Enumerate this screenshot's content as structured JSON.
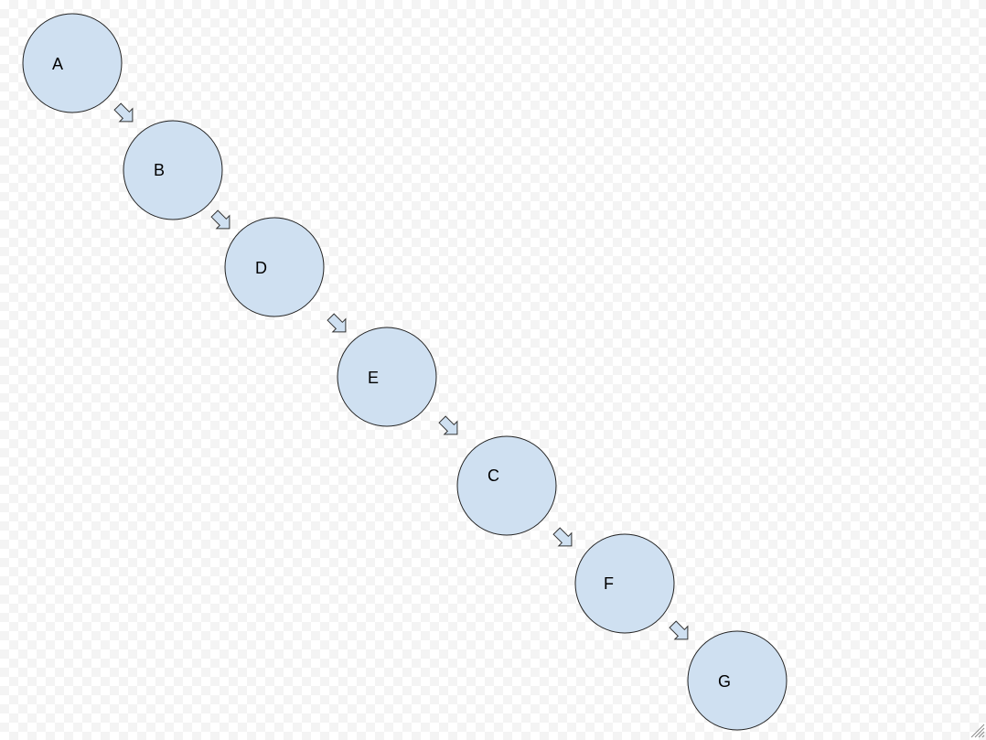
{
  "diagram": {
    "node_fill": "#cfe0f1",
    "arrow_fill": "#cfe0f1",
    "nodes": [
      {
        "label": "A"
      },
      {
        "label": "B"
      },
      {
        "label": "D"
      },
      {
        "label": "E"
      },
      {
        "label": "C"
      },
      {
        "label": "F"
      },
      {
        "label": "G"
      }
    ]
  },
  "canvas": {
    "resize_handle_icon": "resize-grip-icon"
  }
}
